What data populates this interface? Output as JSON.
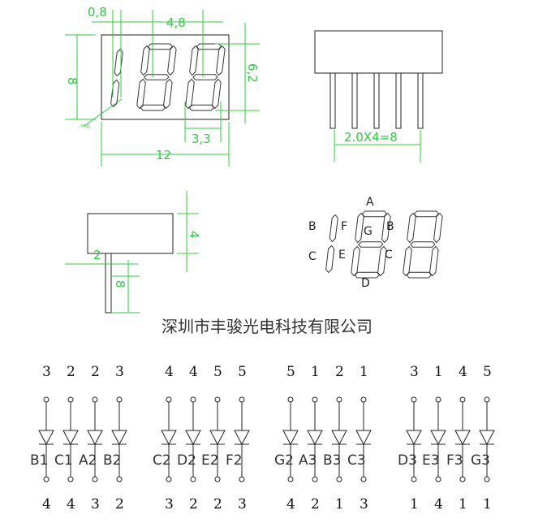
{
  "colors": {
    "dimension": "#2ecc40",
    "outline": "#222222"
  },
  "front_view": {
    "dim_pin_width": "0,8",
    "dim_pitch": "4,8",
    "dim_height": "8",
    "dim_digit_height": "6,2",
    "dim_digit_width": "3,3",
    "dim_width": "12",
    "pin1_label": "PIN1"
  },
  "top_view": {
    "dim_pin_span": "2.0X4=8"
  },
  "side_view": {
    "dim_thickness": "4",
    "dim_offset": "2",
    "dim_pin_length": "8"
  },
  "segment_map": {
    "labels": [
      "A",
      "B",
      "F",
      "G",
      "B",
      "C",
      "E",
      "C",
      "D"
    ]
  },
  "company": "深圳市丰骏光电科技有限公司",
  "diode_groups": [
    {
      "diodes": [
        {
          "top": "3",
          "label": "B1",
          "bottom": "4"
        },
        {
          "top": "2",
          "label": "C1",
          "bottom": "4"
        },
        {
          "top": "2",
          "label": "A2",
          "bottom": "3"
        },
        {
          "top": "3",
          "label": "B2",
          "bottom": "2"
        }
      ]
    },
    {
      "diodes": [
        {
          "top": "4",
          "label": "C2",
          "bottom": "3"
        },
        {
          "top": "4",
          "label": "D2",
          "bottom": "2"
        },
        {
          "top": "5",
          "label": "E2",
          "bottom": "2"
        },
        {
          "top": "5",
          "label": "F2",
          "bottom": "3"
        }
      ]
    },
    {
      "diodes": [
        {
          "top": "5",
          "label": "G2",
          "bottom": "4"
        },
        {
          "top": "1",
          "label": "A3",
          "bottom": "2"
        },
        {
          "top": "2",
          "label": "B3",
          "bottom": "1"
        },
        {
          "top": "1",
          "label": "C3",
          "bottom": "3"
        }
      ]
    },
    {
      "diodes": [
        {
          "top": "3",
          "label": "D3",
          "bottom": "1"
        },
        {
          "top": "1",
          "label": "E3",
          "bottom": "4"
        },
        {
          "top": "4",
          "label": "F3",
          "bottom": "1"
        },
        {
          "top": "5",
          "label": "G3",
          "bottom": "1"
        }
      ]
    }
  ]
}
